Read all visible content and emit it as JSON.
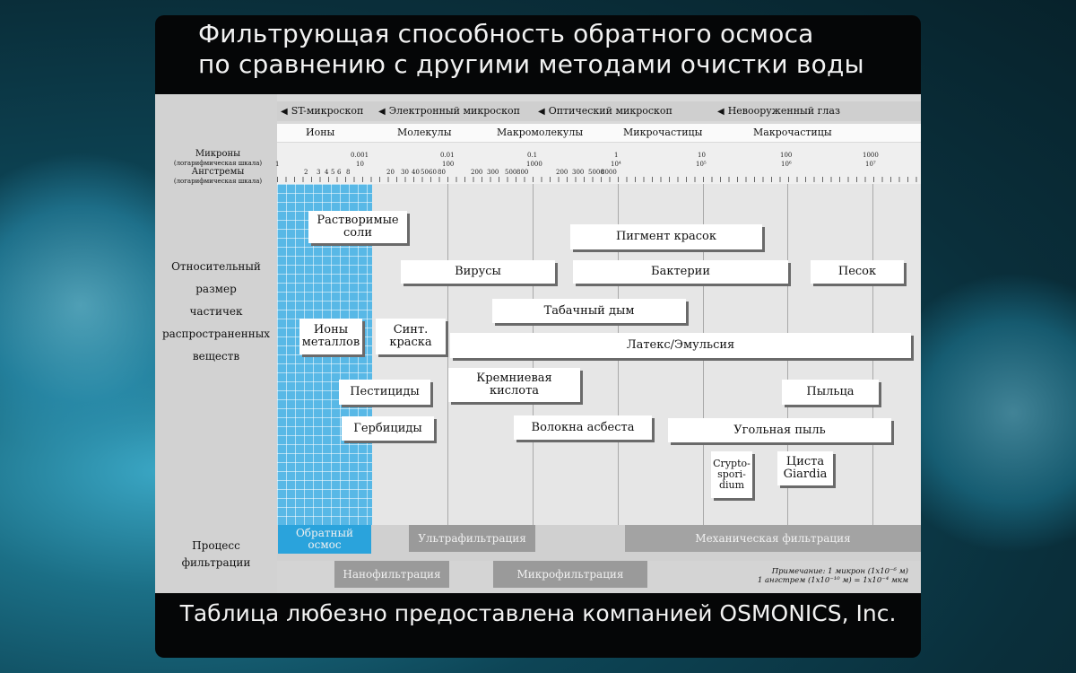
{
  "title": {
    "line1": "Фильтрующая способность обратного осмоса",
    "line2": "по сравнению с другими методами очистки воды"
  },
  "instruments": [
    {
      "label": "ST-микроскоп"
    },
    {
      "label": "Электронный микроскоп"
    },
    {
      "label": "Оптический микроскоп"
    },
    {
      "label": "Невооруженный глаз"
    }
  ],
  "categories": [
    "Ионы",
    "Молекулы",
    "Макромолекулы",
    "Микрочастицы",
    "Макрочастицы"
  ],
  "scale": {
    "microns_label": "Микроны",
    "microns_sub": "(логарифмическая шкала)",
    "angstrom_label": "Ангстремы",
    "angstrom_sub": "(логарифмическая шкала)",
    "micron_ticks": [
      "0.001",
      "0.01",
      "0.1",
      "1",
      "10",
      "100",
      "1000"
    ],
    "angstrom_ticks": [
      "1",
      "10",
      "100",
      "1000",
      "10⁴",
      "10⁵",
      "10⁶",
      "10⁷"
    ],
    "angstrom_minor": [
      "2",
      "3",
      "4",
      "5",
      "6",
      "8",
      "20",
      "30",
      "40",
      "50",
      "60",
      "80",
      "200",
      "300",
      "500",
      "800",
      "200",
      "300",
      "5000",
      "8000"
    ]
  },
  "sidebar": {
    "size_label": [
      "Относительный",
      "размер",
      "частичек",
      "распространенных",
      "веществ"
    ],
    "process_label": [
      "Процесс",
      "фильтрации"
    ]
  },
  "particles": [
    {
      "name": "salts",
      "label": "Растворимые соли"
    },
    {
      "name": "pigment",
      "label": "Пигмент красок"
    },
    {
      "name": "viruses",
      "label": "Вирусы"
    },
    {
      "name": "bacteria",
      "label": "Бактерии"
    },
    {
      "name": "sand",
      "label": "Песок"
    },
    {
      "name": "tobacco-smoke",
      "label": "Табачный дым"
    },
    {
      "name": "metal-ions",
      "label": "Ионы металлов"
    },
    {
      "name": "synth-dye",
      "label": "Синт. краска"
    },
    {
      "name": "latex",
      "label": "Латекс/Эмульсия"
    },
    {
      "name": "silicic-acid",
      "label": "Кремниевая кислота"
    },
    {
      "name": "pesticides",
      "label": "Пестициды"
    },
    {
      "name": "pollen",
      "label": "Пыльца"
    },
    {
      "name": "herbicides",
      "label": "Гербициды"
    },
    {
      "name": "asbestos",
      "label": "Волокна асбеста"
    },
    {
      "name": "coal-dust",
      "label": "Угольная пыль"
    },
    {
      "name": "cryptosporidium",
      "label": "Crypto-spori-dium"
    },
    {
      "name": "giardia",
      "label": "Циста Giardia"
    }
  ],
  "processes": [
    {
      "name": "reverse-osmosis",
      "label": "Обратный осмос",
      "color": "#2aa3dc"
    },
    {
      "name": "ultrafiltration",
      "label": "Ультрафильтрация",
      "color": "#9a9a9a"
    },
    {
      "name": "mechanical",
      "label": "Механическая фильтрация",
      "color": "#a3a3a3"
    },
    {
      "name": "nanofiltration",
      "label": "Нанофильтрация",
      "color": "#9a9a9a"
    },
    {
      "name": "microfiltration",
      "label": "Микрофильтрация",
      "color": "#9a9a9a"
    }
  ],
  "note": {
    "line1": "Примечание: 1 микрон (1x10⁻⁶ м)",
    "line2": "1 ангстрем (1x10⁻¹⁰ м) = 1x10⁻⁴ мкм"
  },
  "footer": "Таблица любезно предоставлена компанией OSMONICS, Inc."
}
